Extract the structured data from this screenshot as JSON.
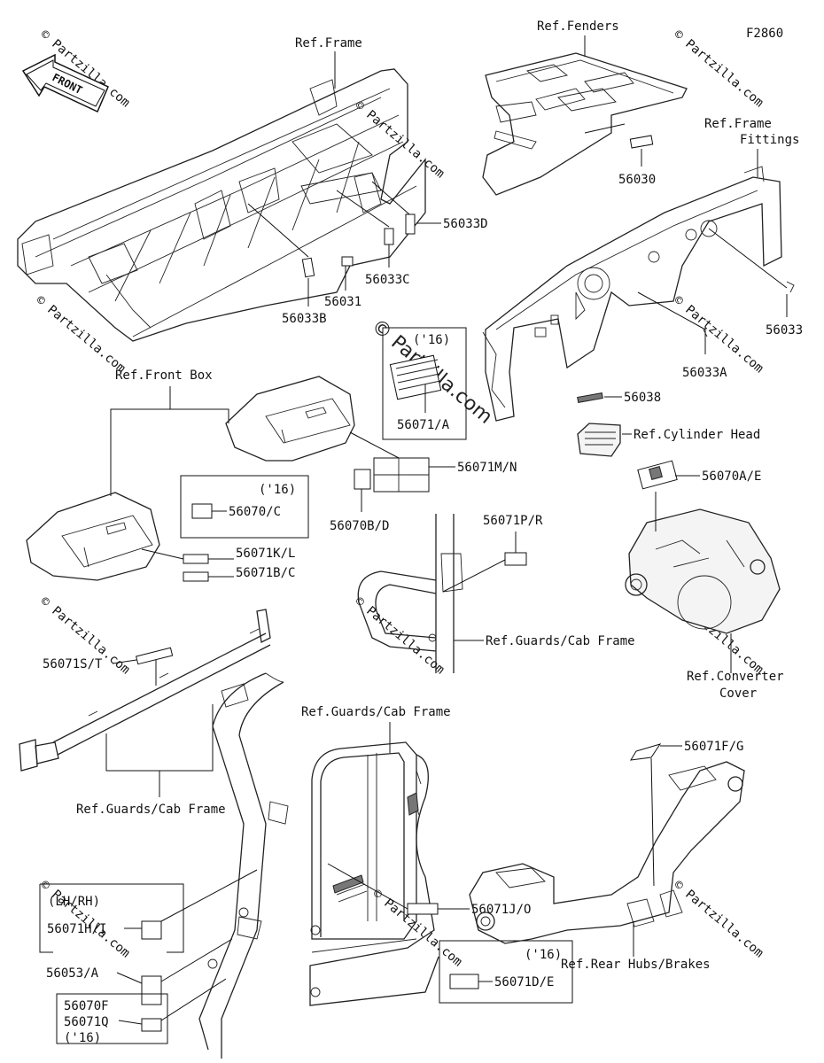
{
  "diagram_code": "F2860",
  "front_arrow": "FRONT",
  "watermark": {
    "brand": "© Partzilla.com",
    "center": "© Partzilla.com"
  },
  "references": {
    "frame": "Ref.Frame",
    "fenders": "Ref.Fenders",
    "frame_fittings_1": "Ref.Frame",
    "frame_fittings_2": "Fittings",
    "front_box": "Ref.Front Box",
    "cylinder_head": "Ref.Cylinder Head",
    "guards_cab_1": "Ref.Guards/Cab Frame",
    "converter_cover_1": "Ref.Converter",
    "converter_cover_2": "Cover",
    "guards_cab_2": "Ref.Guards/Cab Frame",
    "guards_cab_3": "Ref.Guards/Cab Frame",
    "rear_hubs": "Ref.Rear Hubs/Brakes"
  },
  "parts": {
    "p56030": "56030",
    "p56033D": "56033D",
    "p56033C": "56033C",
    "p56031": "56031",
    "p56033B": "56033B",
    "p56033": "56033",
    "p56033A": "56033A",
    "p56038": "56038",
    "p56071A": "56071/A",
    "p56071MN": "56071M/N",
    "p56070BD": "56070B/D",
    "p56070C": "56070/C",
    "p56070AE": "56070A/E",
    "p56071KL": "56071K/L",
    "p56071BC": "56071B/C",
    "p56071PR": "56071P/R",
    "p56071ST": "56071S/T",
    "p56071FG": "56071F/G",
    "p56071HI": "56071H/I",
    "p56053A": "56053/A",
    "p56070F": "56070F",
    "p56071Q": "56071Q",
    "p56071JO": "56071J/O",
    "p56071DE": "56071D/E"
  },
  "notes": {
    "y16_a": "('16)",
    "y16_b": "('16)",
    "y16_c": "('16)",
    "y16_d": "('16)",
    "lhrh": "(LH/RH)"
  }
}
